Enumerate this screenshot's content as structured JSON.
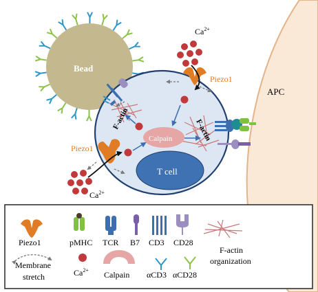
{
  "diagram": {
    "labels": {
      "apc": "APC",
      "bead": "Bead",
      "t_cell": "T cell",
      "calpain": "Calpain",
      "f_actin_left": "F-actin",
      "f_actin_right": "F-actin",
      "piezo1_top": "Piezo1",
      "piezo1_left": "Piezo1",
      "ca_top": "Ca",
      "ca_bottom": "Ca",
      "ca_charge": "2+"
    },
    "colors": {
      "bead": "#c4b98e",
      "cell_fill": "#dde7f3",
      "cell_stroke": "#1f3f6e",
      "nucleus": "#3f72b3",
      "calpain": "#e6a6a6",
      "calcium": "#c0393b",
      "piezo": "#e07c23",
      "tcr": "#3d6fb0",
      "pmhc": "#7fc241",
      "apc_fill": "#fbe9d8",
      "apc_stroke": "#e2b48a",
      "factin": "#c87878",
      "acd3": "#2f96c8",
      "acd28": "#8cc346"
    }
  },
  "legend": {
    "items": [
      {
        "id": "piezo1",
        "label": "Piezo1"
      },
      {
        "id": "pmhc",
        "label": "pMHC"
      },
      {
        "id": "tcr",
        "label": "TCR"
      },
      {
        "id": "b7",
        "label": "B7"
      },
      {
        "id": "cd3",
        "label": "CD3"
      },
      {
        "id": "cd28",
        "label": "CD28"
      },
      {
        "id": "factin_line1",
        "label": "F-actin"
      },
      {
        "id": "factin_line2",
        "label": "organization"
      },
      {
        "id": "stretch_line1",
        "label": "Membrane"
      },
      {
        "id": "stretch_line2",
        "label": "stretch"
      },
      {
        "id": "ca",
        "label": "Ca"
      },
      {
        "id": "ca_charge",
        "label": "2+"
      },
      {
        "id": "calpain",
        "label": "Calpain"
      },
      {
        "id": "acd3",
        "label": "αCD3"
      },
      {
        "id": "acd28",
        "label": "αCD28"
      }
    ]
  }
}
